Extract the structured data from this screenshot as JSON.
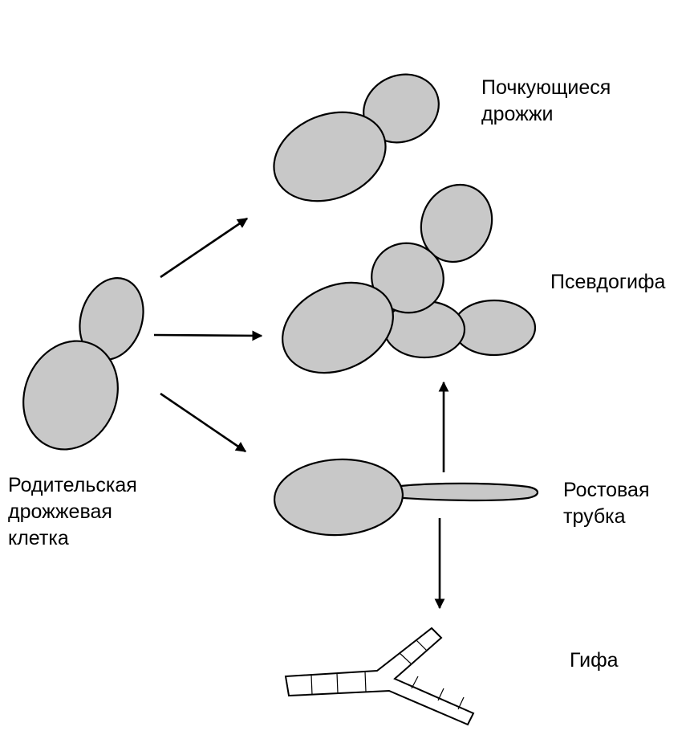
{
  "labels": {
    "budding": [
      "Почкующиеся",
      "дрожжи"
    ],
    "pseudohypha": [
      "Псевдогифа"
    ],
    "parent": [
      "Родительская",
      "дрожжевая",
      "клетка"
    ],
    "germ_tube": [
      "Ростовая",
      "трубка"
    ],
    "hypha": [
      "Гифа"
    ]
  },
  "colors": {
    "cell_fill": "#c8c8c8",
    "stroke": "#000000",
    "background": "#ffffff"
  }
}
